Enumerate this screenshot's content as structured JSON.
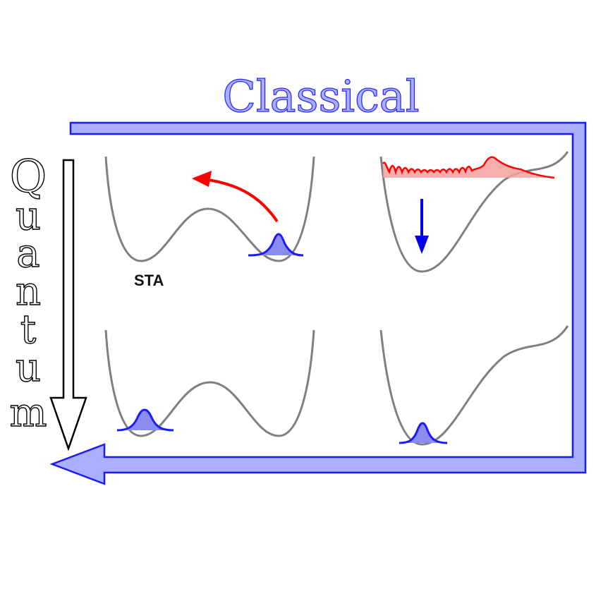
{
  "labels": {
    "classical": "Classical",
    "quantum": [
      "Q",
      "u",
      "a",
      "n",
      "t",
      "u",
      "m"
    ],
    "sta": "STA"
  },
  "colors": {
    "frame_fill": "#aab0ff",
    "frame_stroke": "#1a1aff",
    "potential": "#808080",
    "wavepacket_stroke": "#1a1aff",
    "wavepacket_fill": "#8c8cf0",
    "classical_dist_stroke": "#ff0000",
    "classical_dist_fill": "#f4a0a0",
    "red_arrow": "#ff0000",
    "blue_arrow": "#0000ee",
    "quantum_arrow": "#000000"
  }
}
